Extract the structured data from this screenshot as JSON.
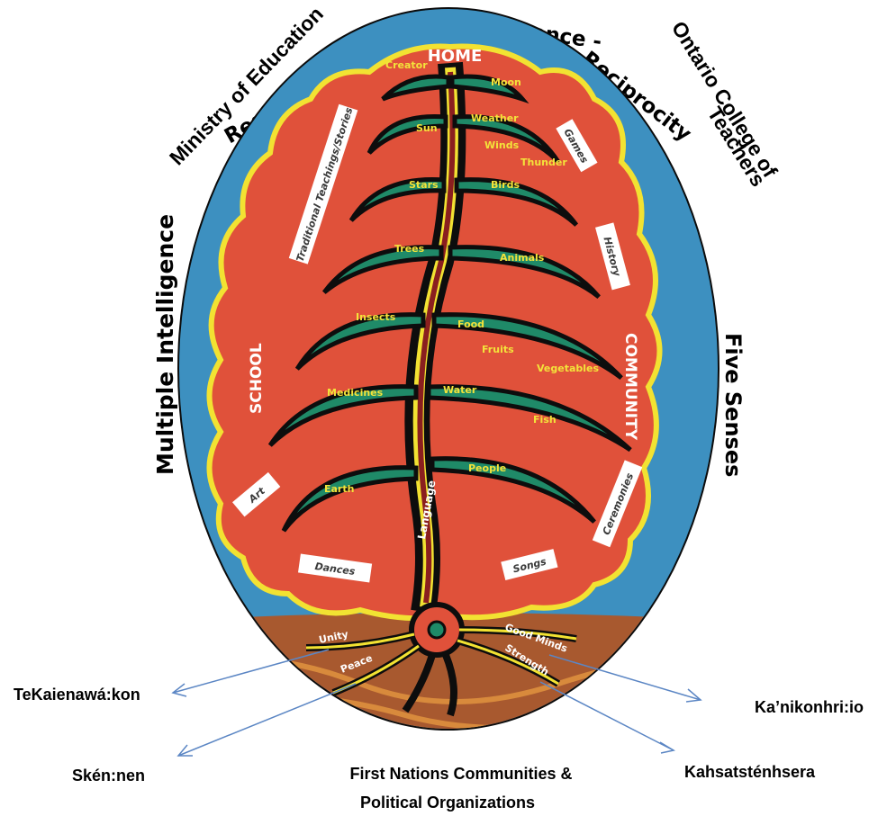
{
  "arc_top": "Respect - Responsibility - Relevance - Reciprocity",
  "ministry": "Ministry of Education",
  "ontario": "Ontario College of Teachers",
  "multiple_intelligence": "Multiple Intelligence",
  "five_senses": "Five Senses",
  "home": "HOME",
  "school": "SCHOOL",
  "community": "COMMUNITY",
  "language": "Language",
  "branch_labels": {
    "creator": "Creator",
    "moon": "Moon",
    "sun": "Sun",
    "weather": "Weather",
    "winds": "Winds",
    "thunder": "Thunder",
    "stars": "Stars",
    "birds": "Birds",
    "trees": "Trees",
    "animals": "Animals",
    "insects": "Insects",
    "food": "Food",
    "fruits": "Fruits",
    "vegetables": "Vegetables",
    "medicines": "Medicines",
    "water": "Water",
    "fish": "Fish",
    "earth": "Earth",
    "people": "People"
  },
  "pills": {
    "traditional": "Traditional Teachings/Stories",
    "games": "Games",
    "history": "History",
    "art": "Art",
    "ceremonies": "Ceremonies",
    "dances": "Dances",
    "songs": "Songs"
  },
  "roots": {
    "unity": "Unity",
    "peace": "Peace",
    "good_minds": "Good Minds",
    "strength": "Strength"
  },
  "callouts": {
    "tekaienawakon": "TeKaienawá:kon",
    "skennen": "Skén:nen",
    "kanikonhrio": "Ka’nikonhri:io",
    "kahsatstenhsera": "Kahsatsténhsera",
    "first_nations_line1": "First Nations Communities &",
    "first_nations_line2": "Political Organizations"
  }
}
